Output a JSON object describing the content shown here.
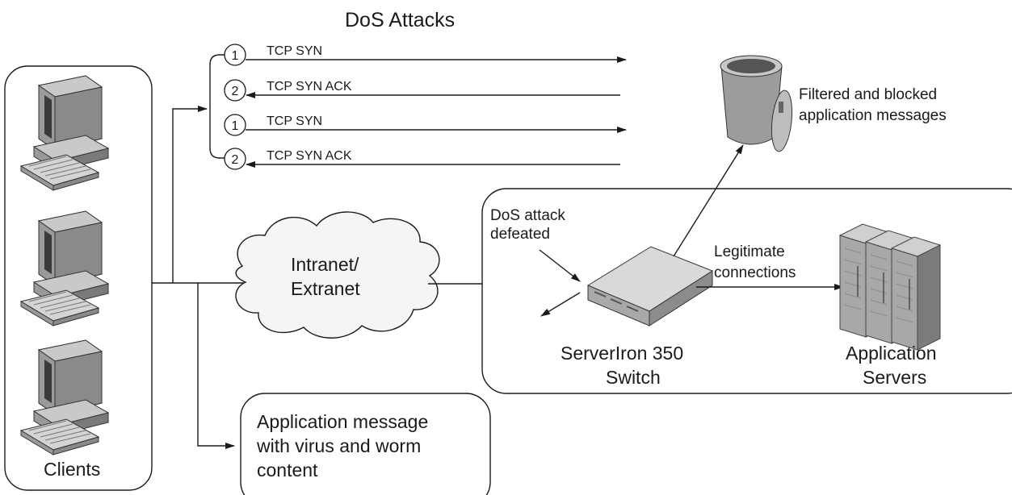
{
  "title": "DoS Attacks",
  "clients_label": "Clients",
  "cloud": {
    "line1": "Intranet/",
    "line2": "Extranet"
  },
  "handshake": [
    {
      "step": "1",
      "label": "TCP SYN",
      "direction": "out"
    },
    {
      "step": "2",
      "label": "TCP SYN ACK",
      "direction": "in"
    },
    {
      "step": "1",
      "label": "TCP SYN",
      "direction": "out"
    },
    {
      "step": "2",
      "label": "TCP SYN ACK",
      "direction": "in"
    }
  ],
  "trash_label": {
    "line1": "Filtered and blocked",
    "line2": "application messages"
  },
  "dos_defeated": {
    "line1": "DoS attack",
    "line2": "defeated"
  },
  "legit": {
    "line1": "Legitimate",
    "line2": "connections"
  },
  "switch_label": {
    "line1": "ServerIron 350",
    "line2": "Switch"
  },
  "servers_label": {
    "line1": "Application",
    "line2": "Servers"
  },
  "virus_box": {
    "line1": "Application message",
    "line2": "with virus and worm",
    "line3": "content"
  },
  "icons": {
    "client": "computer-icon",
    "switch": "network-switch-icon",
    "servers": "server-rack-icon",
    "trash": "trash-can-icon",
    "cloud": "cloud-icon"
  }
}
